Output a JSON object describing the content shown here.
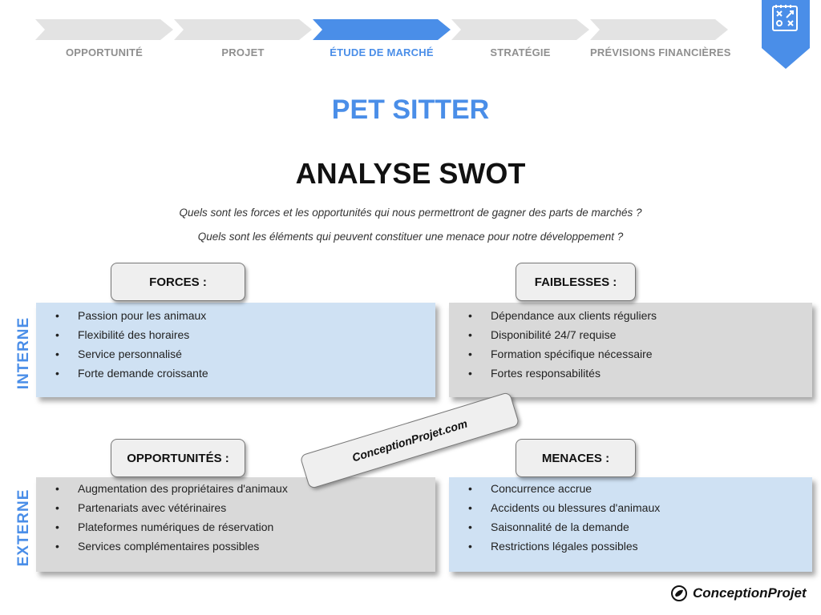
{
  "steps": [
    {
      "label": "OPPORTUNITÉ",
      "active": false
    },
    {
      "label": "PROJET",
      "active": false
    },
    {
      "label": "ÉTUDE DE MARCHÉ",
      "active": true
    },
    {
      "label": "STRATÉGIE",
      "active": false
    },
    {
      "label": "PRÉVISIONS FINANCIÈRES",
      "active": false
    }
  ],
  "colors": {
    "accent": "#4a8ee8",
    "inactive_step": "#e3e3e3",
    "blue_box": "#cfe1f3",
    "gray_box": "#d9d9d9"
  },
  "corner_icon": "strategy-board-icon",
  "title": "PET SITTER",
  "subtitle": "ANALYSE SWOT",
  "questions": [
    "Quels sont les forces et les opportunités qui nous permettront de gagner des parts de marchés ?",
    "Quels sont les éléments qui peuvent constituer une menace pour notre développement ?"
  ],
  "side_labels": {
    "internal": "INTERNE",
    "external": "EXTERNE"
  },
  "quadrants": {
    "forces": {
      "heading": "FORCES :",
      "items": [
        "Passion pour les animaux",
        "Flexibilité des horaires",
        "Service personnalisé",
        "Forte demande croissante"
      ]
    },
    "faiblesses": {
      "heading": "FAIBLESSES :",
      "items": [
        "Dépendance aux clients réguliers",
        "Disponibilité 24/7 requise",
        "Formation spécifique nécessaire",
        "Fortes responsabilités"
      ]
    },
    "opportunites": {
      "heading": "OPPORTUNITÉS :",
      "items": [
        "Augmentation des propriétaires d'animaux",
        "Partenariats avec vétérinaires",
        "Plateformes numériques de réservation",
        "Services complémentaires possibles"
      ]
    },
    "menaces": {
      "heading": "MENACES :",
      "items": [
        "Concurrence accrue",
        "Accidents ou blessures d'animaux",
        "Saisonnalité de la demande",
        "Restrictions légales possibles"
      ]
    }
  },
  "watermark": "ConceptionProjet.com",
  "brand": "ConceptionProjet"
}
